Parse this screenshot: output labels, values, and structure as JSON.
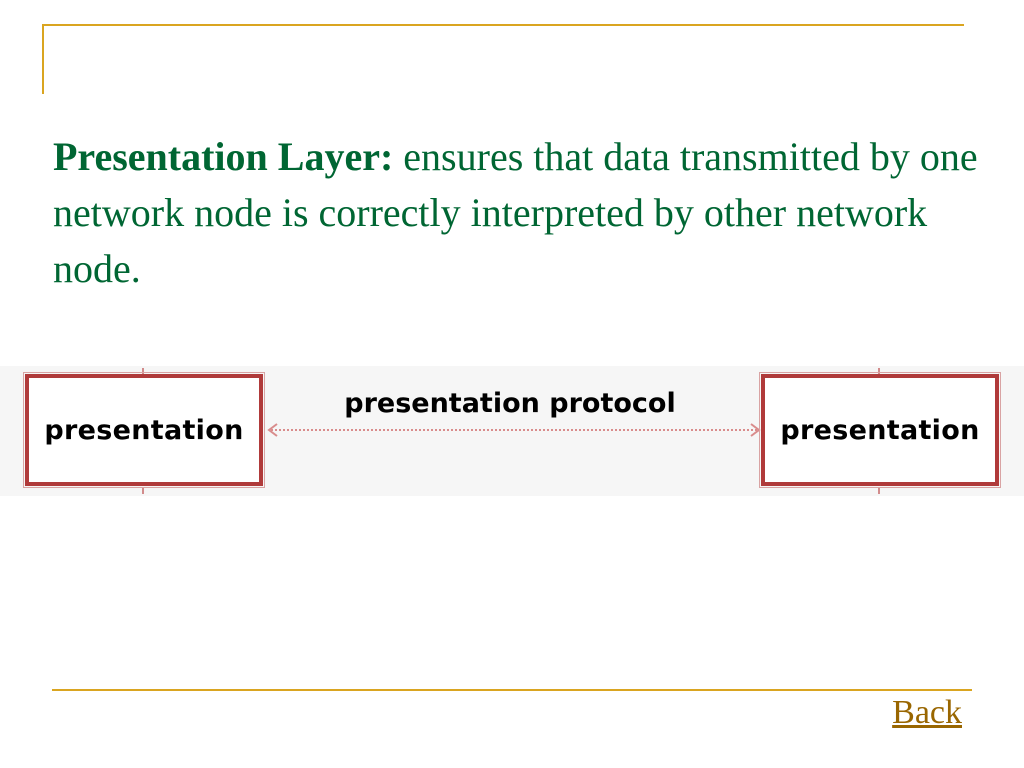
{
  "slide": {
    "term": "Presentation Layer:",
    "definition": " ensures that data transmitted by one network node is correctly interpreted by other network node."
  },
  "diagram": {
    "left_node": "presentation",
    "right_node": "presentation",
    "protocol": "presentation protocol"
  },
  "navigation": {
    "back_label": "Back"
  },
  "colors": {
    "text": "#006633",
    "rule": "#daa520",
    "box_border": "#b03a3a",
    "link": "#996600"
  }
}
